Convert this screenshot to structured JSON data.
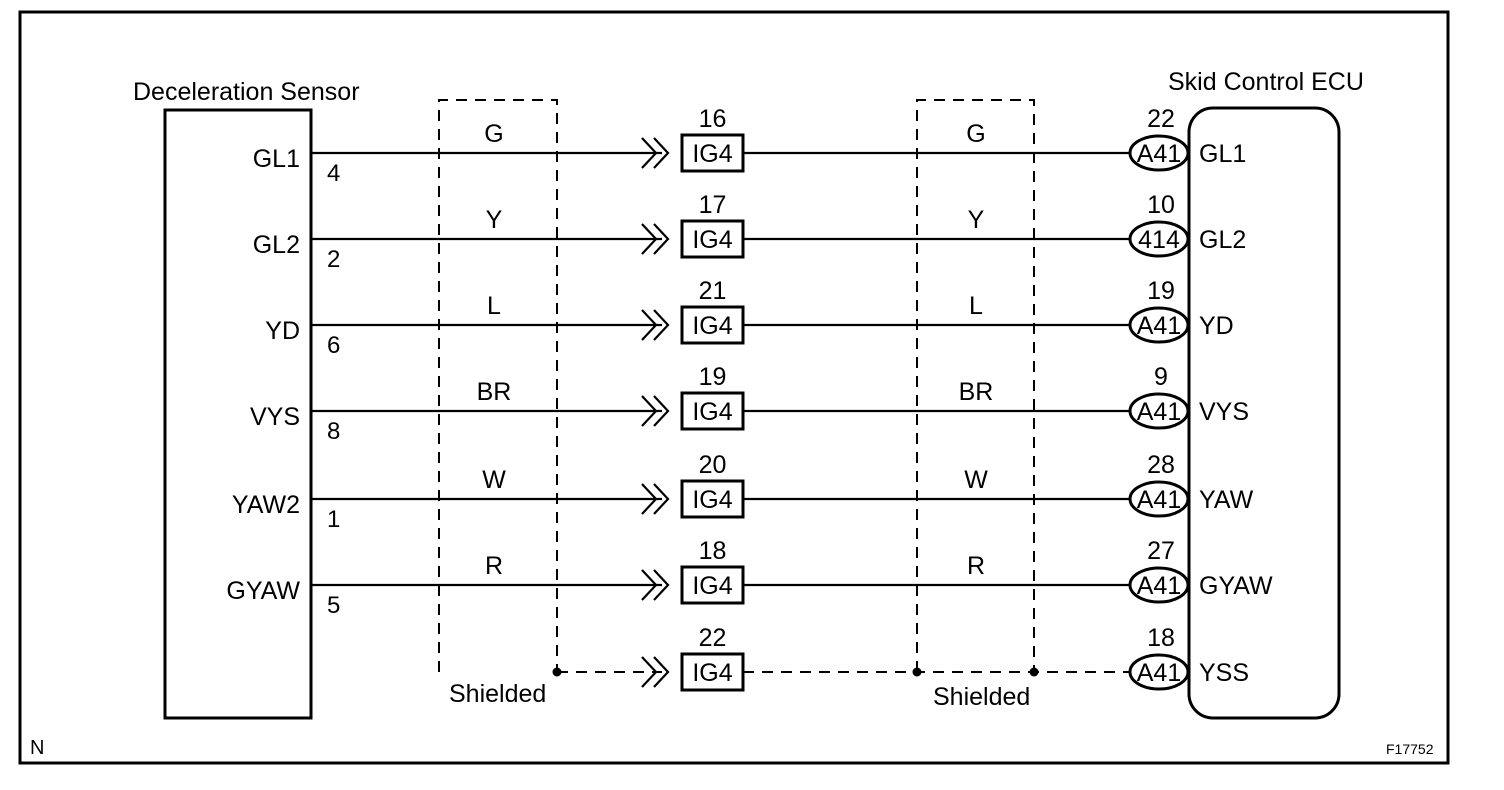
{
  "sensor": {
    "title": "Deceleration Sensor"
  },
  "ecu": {
    "title": "Skid Control ECU"
  },
  "shield": {
    "left_label": "Shielded",
    "right_label": "Shielded"
  },
  "footer": {
    "left_mark": "N",
    "figure_id": "F17752"
  },
  "wires": [
    {
      "sensor_terminal": "GL1",
      "sensor_pin": "4",
      "color": "G",
      "junction_pin": "16",
      "junction": "IG4",
      "ecu_pin": "22",
      "ecu_connector": "A41",
      "ecu_terminal": "GL1",
      "shielded": false
    },
    {
      "sensor_terminal": "GL2",
      "sensor_pin": "2",
      "color": "Y",
      "junction_pin": "17",
      "junction": "IG4",
      "ecu_pin": "10",
      "ecu_connector": "414",
      "ecu_terminal": "GL2",
      "shielded": false
    },
    {
      "sensor_terminal": "YD",
      "sensor_pin": "6",
      "color": "L",
      "junction_pin": "21",
      "junction": "IG4",
      "ecu_pin": "19",
      "ecu_connector": "A41",
      "ecu_terminal": "YD",
      "shielded": false
    },
    {
      "sensor_terminal": "VYS",
      "sensor_pin": "8",
      "color": "BR",
      "junction_pin": "19",
      "junction": "IG4",
      "ecu_pin": "9",
      "ecu_connector": "A41",
      "ecu_terminal": "VYS",
      "shielded": false
    },
    {
      "sensor_terminal": "YAW2",
      "sensor_pin": "1",
      "color": "W",
      "junction_pin": "20",
      "junction": "IG4",
      "ecu_pin": "28",
      "ecu_connector": "A41",
      "ecu_terminal": "YAW",
      "shielded": false
    },
    {
      "sensor_terminal": "GYAW",
      "sensor_pin": "5",
      "color": "R",
      "junction_pin": "18",
      "junction": "IG4",
      "ecu_pin": "27",
      "ecu_connector": "A41",
      "ecu_terminal": "GYAW",
      "shielded": false
    },
    {
      "sensor_terminal": "",
      "sensor_pin": "",
      "color": "",
      "junction_pin": "22",
      "junction": "IG4",
      "ecu_pin": "18",
      "ecu_connector": "A41",
      "ecu_terminal": "YSS",
      "shielded": true
    }
  ]
}
